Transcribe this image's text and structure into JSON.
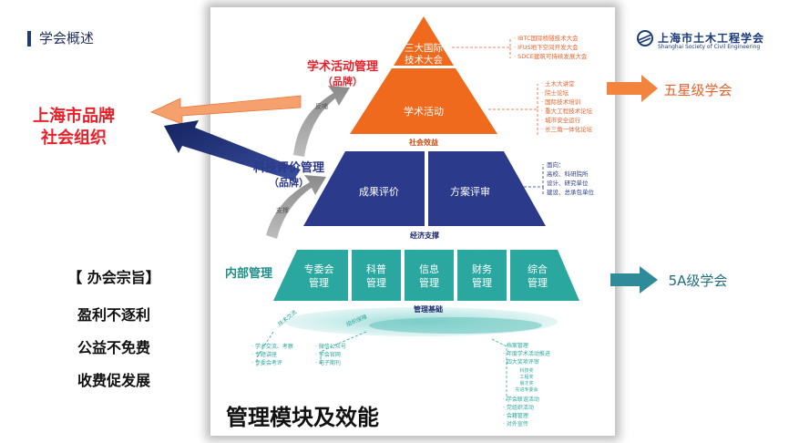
{
  "section_title": "学会概述",
  "logo": {
    "name_cn": "上海市土木工程学会",
    "name_en": "Shanghai Society of Civil Engineering"
  },
  "left": {
    "brand_lines": [
      "上海市品牌",
      "社会组织"
    ],
    "principles_title": "【 办会宗旨】",
    "principles": [
      "盈利不逐利",
      "公益不免费",
      "收费促发展"
    ]
  },
  "right": {
    "five_star": "五星级学会",
    "five_a": "5A级学会"
  },
  "pyramid": {
    "top": {
      "line1": "三大国际",
      "line2": "技术大会"
    },
    "academic": "学术活动",
    "social_benefit": "社会效益",
    "tech_eval": [
      "成果评价",
      "方案评审"
    ],
    "economic_support": "经济支撑",
    "modules": [
      [
        "专委会",
        "管理"
      ],
      [
        "科普",
        "管理"
      ],
      [
        "信息",
        "管理"
      ],
      [
        "财务",
        "管理"
      ],
      [
        "综合",
        "管理"
      ]
    ],
    "foundation": "管理基础"
  },
  "labels": {
    "academic_mgmt": [
      "学术活动管理",
      "（品牌）"
    ],
    "tech_eval_mgmt": [
      "科技评价管理",
      "（品牌）"
    ],
    "internal_mgmt": "内部管理",
    "feedback": "反哺",
    "support": "支撑"
  },
  "annotations": {
    "conferences": [
      "· IBTC国际桥隧技术大会",
      "· IFUS地下空间开发大会",
      "· SDCE建筑可持续发展大会"
    ],
    "activities": [
      "· 土木大讲堂",
      "· 院士论坛",
      "· 国际技术培训",
      "· 重大工程技术论坛",
      "· 城市安全运行",
      "· 长三角一体化论坛"
    ],
    "audience": [
      "面向：",
      "高校、科研院所",
      "设计、研究单位",
      "建设、总承包单位"
    ],
    "col1": [
      "· 学术交流、考察",
      "· 专题讲座",
      "· 专委会考评"
    ],
    "col2": [
      "· 微信公众号",
      "· 学会官网",
      "· 电子期刊"
    ],
    "col3": [
      "· 档案管理",
      "· 年度学术活动推进",
      "· 四大奖项评审",
      "· 学会联谊活动",
      "· 党组织活动",
      "· 会籍管理",
      "· 对外宣传"
    ],
    "awards": [
      "科技奖",
      "工程奖",
      "晨才奖",
      "先进专委会"
    ],
    "slant1": "技术交流",
    "slant2": "组织保障"
  },
  "panel_title": "管理模块及效能",
  "colors": {
    "orange": "#f06a1e",
    "navy": "#2c3a8c",
    "teal": "#2aa79e",
    "red": "#e8202a"
  }
}
